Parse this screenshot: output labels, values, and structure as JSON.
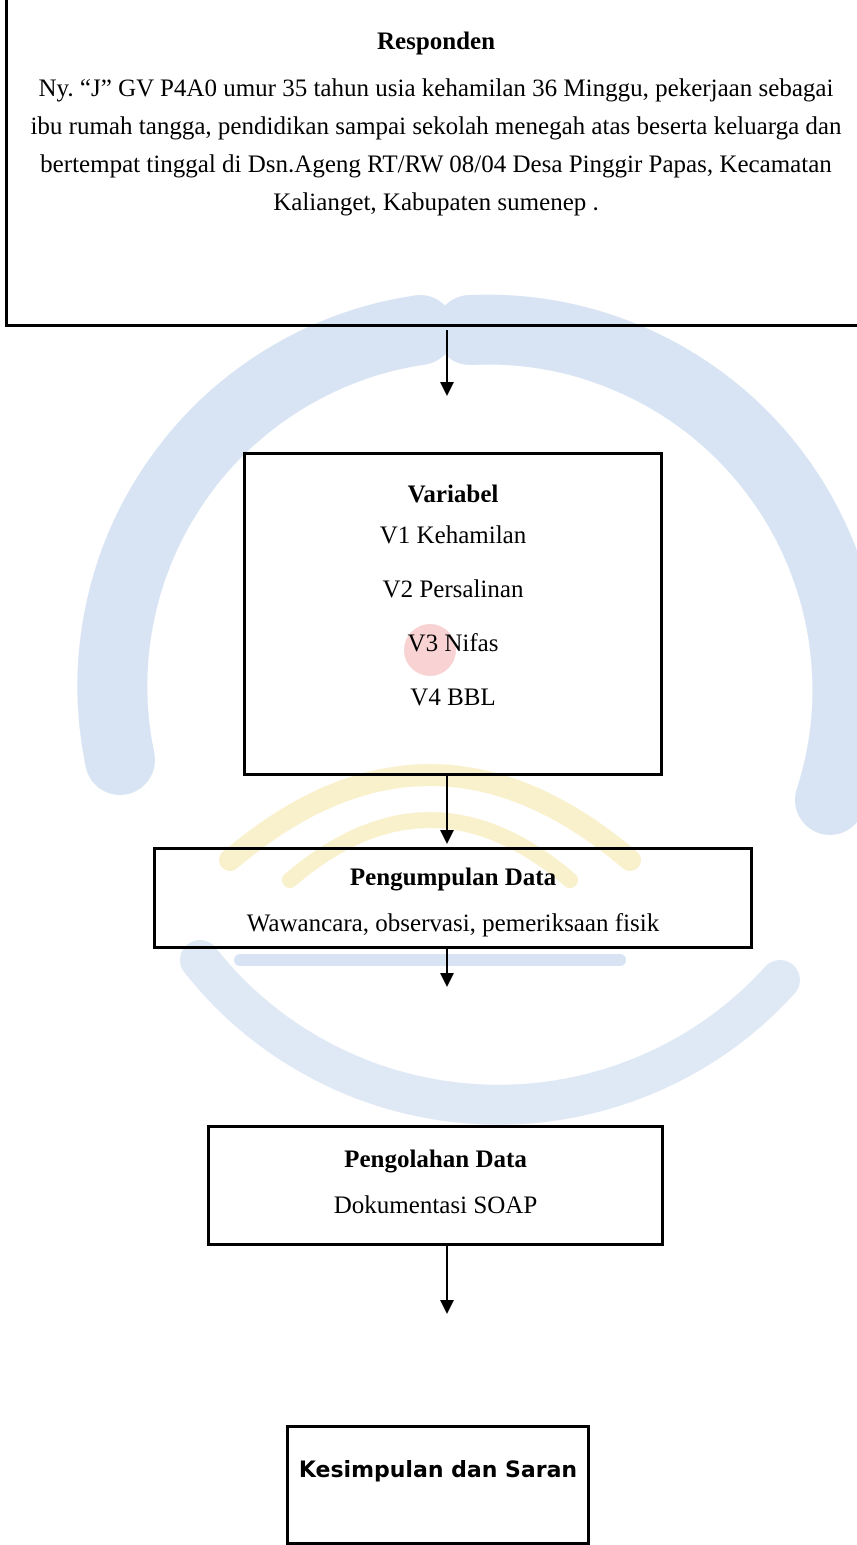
{
  "responden": {
    "title": "Responden",
    "text": "Ny. “J” GV P4A0 umur 35 tahun usia kehamilan  36 Minggu, pekerjaan sebagai ibu rumah tangga, pendidikan sampai sekolah menegah atas beserta keluarga dan bertempat tinggal di Dsn.Ageng RT/RW 08/04 Desa Pinggir Papas, Kecamatan Kalianget, Kabupaten sumenep ."
  },
  "variabel": {
    "title": "Variabel",
    "items": [
      "V1 Kehamilan",
      "V2 Persalinan",
      "V3 Nifas",
      "V4 BBL"
    ]
  },
  "pengumpulan": {
    "title": "Pengumpulan Data",
    "text": "Wawancara, observasi, pemeriksaan fisik"
  },
  "pengolahan": {
    "title": "Pengolahan Data",
    "text": "Dokumentasi SOAP"
  },
  "kesimpulan": {
    "title": "Kesimpulan dan Saran"
  },
  "colors": {
    "watermark_blue": "#a9c3e6",
    "watermark_yellow": "#f3df8f",
    "watermark_red": "#f2a0a0"
  }
}
